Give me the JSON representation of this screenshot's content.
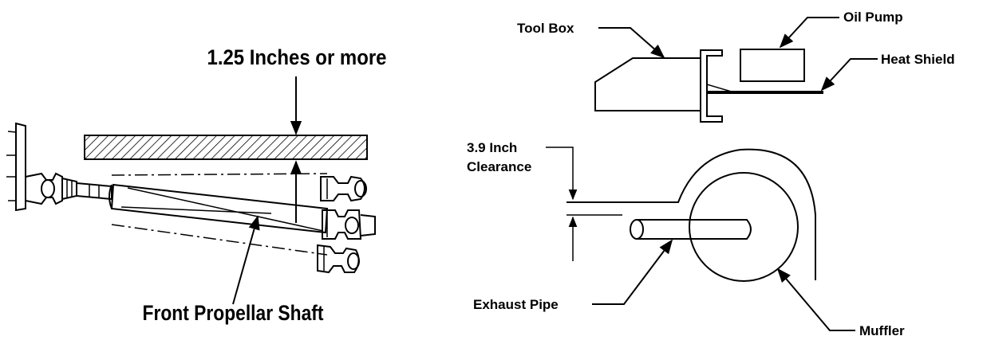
{
  "left_diagram": {
    "clearance_label": "1.25 Inches or more",
    "shaft_label": "Front Propellar Shaft"
  },
  "right_diagram": {
    "tool_box_label": "Tool Box",
    "oil_pump_label": "Oil Pump",
    "heat_shield_label": "Heat Shield",
    "clearance_line1": "3.9 Inch",
    "clearance_line2": "Clearance",
    "exhaust_pipe_label": "Exhaust Pipe",
    "muffler_label": "Muffler"
  },
  "colors": {
    "ink": "#000000",
    "background": "#ffffff"
  }
}
